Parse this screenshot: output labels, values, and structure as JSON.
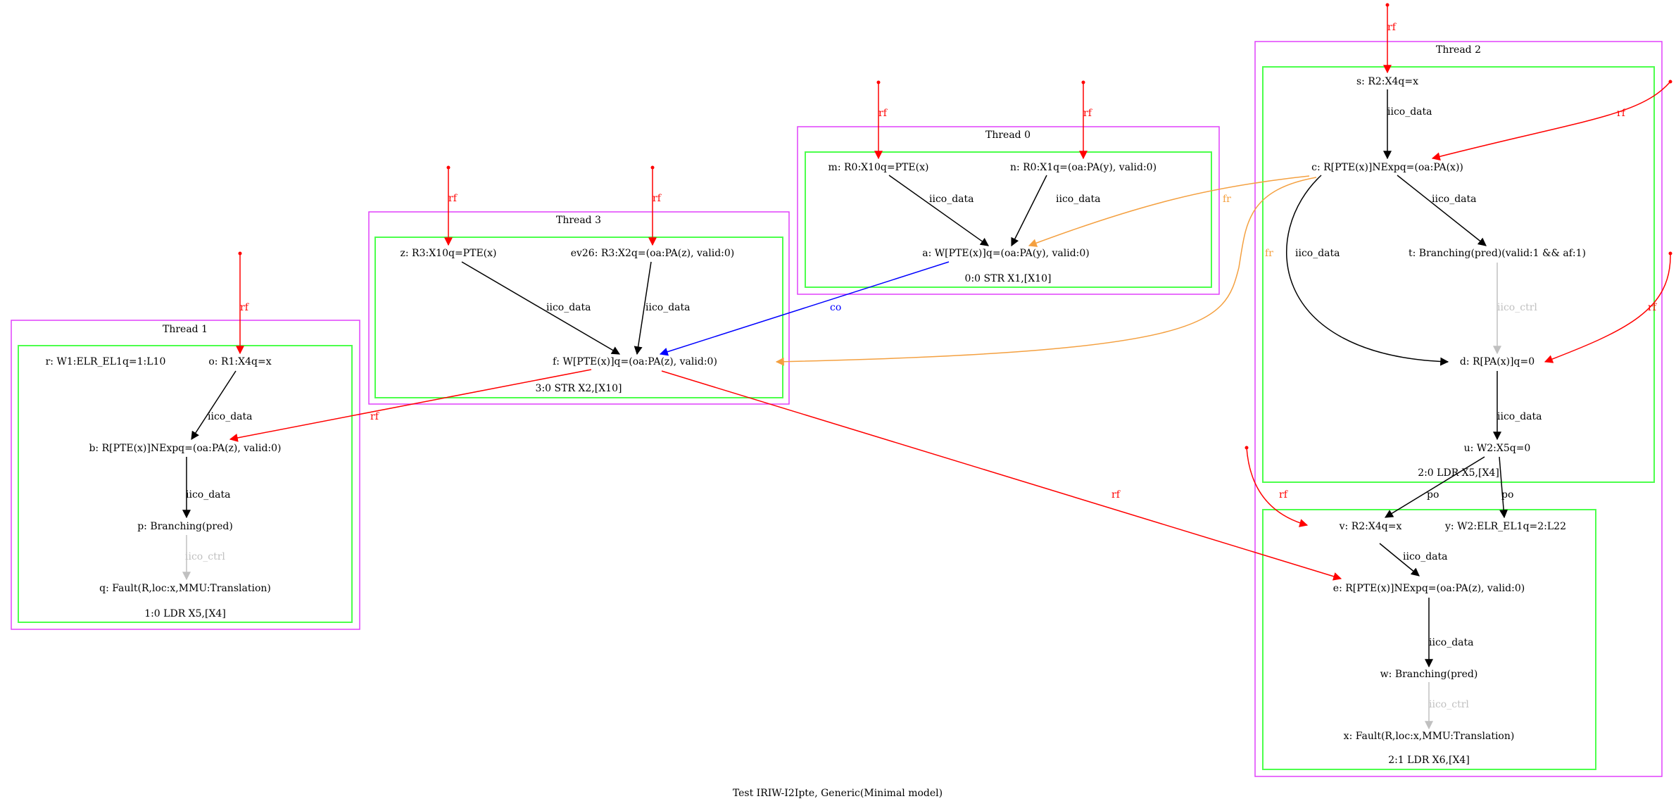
{
  "caption": "Test IRIW-I2Ipte, Generic(Minimal model)",
  "colors": {
    "thread_box": "#e040fb",
    "instr_box": "#4cff4c",
    "rf": "#ff0000",
    "fr": "#f4a040",
    "co": "#0000ff",
    "iico_data": "#000000",
    "iico_ctrl": "#c0c0c0",
    "po": "#000000"
  },
  "threads": [
    {
      "id": "t0",
      "title": "Thread 0",
      "instructions": [
        "0:0 STR X1,[X10]"
      ]
    },
    {
      "id": "t1",
      "title": "Thread 1",
      "instructions": [
        "1:0 LDR X5,[X4]"
      ]
    },
    {
      "id": "t2",
      "title": "Thread 2",
      "instructions": [
        "2:0 LDR X5,[X4]",
        "2:1 LDR X6,[X4]"
      ]
    },
    {
      "id": "t3",
      "title": "Thread 3",
      "instructions": [
        "3:0 STR X2,[X10]"
      ]
    }
  ],
  "nodes": {
    "m": "m: R0:X10q=PTE(x)",
    "n": "n: R0:X1q=(oa:PA(y), valid:0)",
    "a": "a: W[PTE(x)]q=(oa:PA(y), valid:0)",
    "z": "z: R3:X10q=PTE(x)",
    "ev26": "ev26: R3:X2q=(oa:PA(z), valid:0)",
    "f": "f: W[PTE(x)]q=(oa:PA(z), valid:0)",
    "r": "r: W1:ELR_EL1q=1:L10",
    "o": "o: R1:X4q=x",
    "b": "b: R[PTE(x)]NExpq=(oa:PA(z), valid:0)",
    "p": "p: Branching(pred)",
    "q": "q: Fault(R,loc:x,MMU:Translation)",
    "s": "s: R2:X4q=x",
    "c": "c: R[PTE(x)]NExpq=(oa:PA(x))",
    "t": "t: Branching(pred)(valid:1 && af:1)",
    "d": "d: R[PA(x)]q=0",
    "u": "u: W2:X5q=0",
    "v": "v: R2:X4q=x",
    "y": "y: W2:ELR_EL1q=2:L22",
    "e": "e: R[PTE(x)]NExpq=(oa:PA(z), valid:0)",
    "w": "w: Branching(pred)",
    "x": "x: Fault(R,loc:x,MMU:Translation)"
  },
  "edge_labels": {
    "rf": "rf",
    "fr": "fr",
    "co": "co",
    "iico_data": "iico_data",
    "iico_ctrl": "iico_ctrl",
    "po": "po"
  }
}
